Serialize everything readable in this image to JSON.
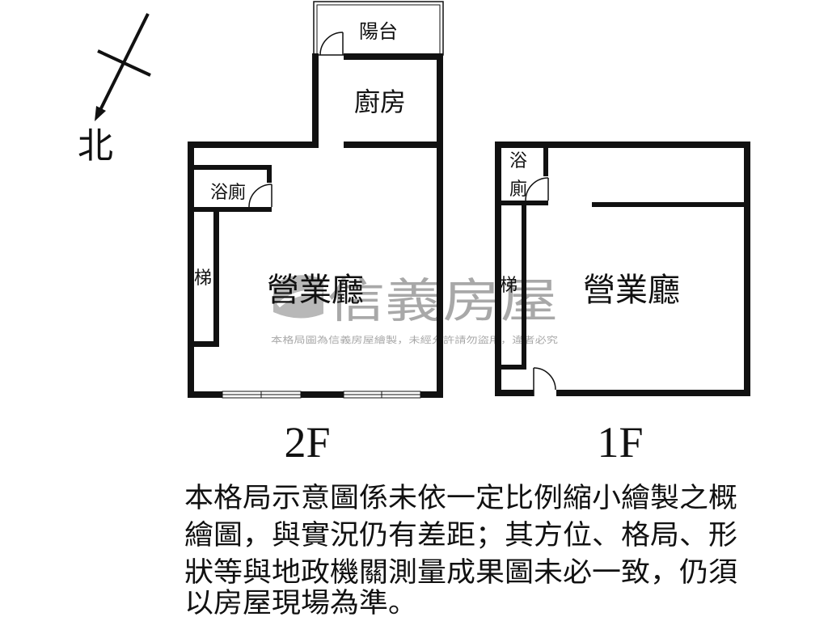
{
  "compass": {
    "north_label": "北"
  },
  "floor_2f": {
    "label": "2F",
    "balcony": "陽台",
    "kitchen": "廚房",
    "bathroom": "浴廁",
    "stairs": "梯",
    "hall": "營業廳"
  },
  "floor_1f": {
    "label": "1F",
    "bathroom_top": "浴",
    "bathroom_bottom": "廁",
    "stairs": "梯",
    "hall": "營業廳"
  },
  "watermark": {
    "brand": "信義房屋",
    "notice": "本格局圖為信義房屋繪製，未經允許請勿盜用，違者必究"
  },
  "disclaimer": {
    "lines": [
      "本格局示意圖係未依一定比例縮小繪製之概",
      "繪圖，與實況仍有差距；其方位、格局、形",
      "狀等與地政機關測量成果圖未必一致，仍須",
      "以房屋現場為準。"
    ]
  },
  "colors": {
    "wall": "#111111",
    "watermark": "#a8a8a8",
    "background": "#ffffff"
  }
}
